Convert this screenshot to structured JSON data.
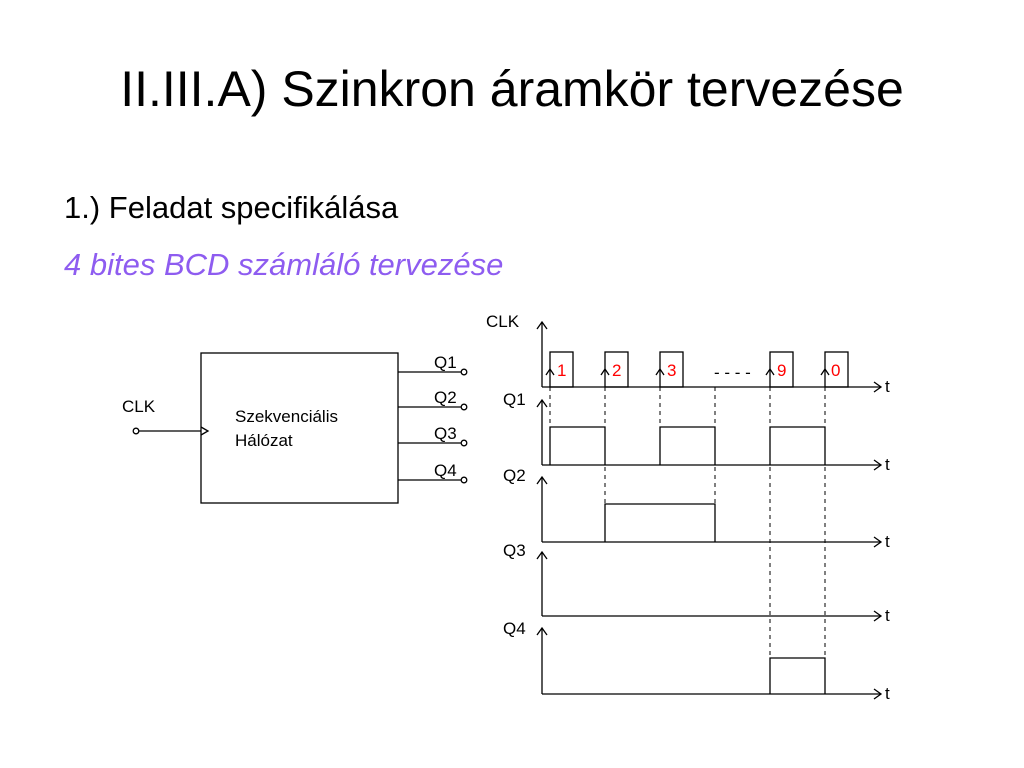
{
  "slide": {
    "title": "II.III.A) Szinkron áramkör tervezése",
    "heading": "1.) Feladat specifikálása",
    "subheading": "4 bites BCD számláló tervezése",
    "subheading_color": "#8E5CF0"
  },
  "block": {
    "line1": "Szekvenciális",
    "line2": "Hálózat",
    "input": "CLK",
    "outputs": [
      "Q1",
      "Q2",
      "Q3",
      "Q4"
    ]
  },
  "timing": {
    "signals": [
      "CLK",
      "Q1",
      "Q2",
      "Q3",
      "Q4"
    ],
    "time_label": "t",
    "clock_pulse_labels": [
      "1",
      "2",
      "3",
      "9",
      "0"
    ],
    "pulse_label_color": "#ff0000",
    "ellipsis": "- - - -"
  }
}
